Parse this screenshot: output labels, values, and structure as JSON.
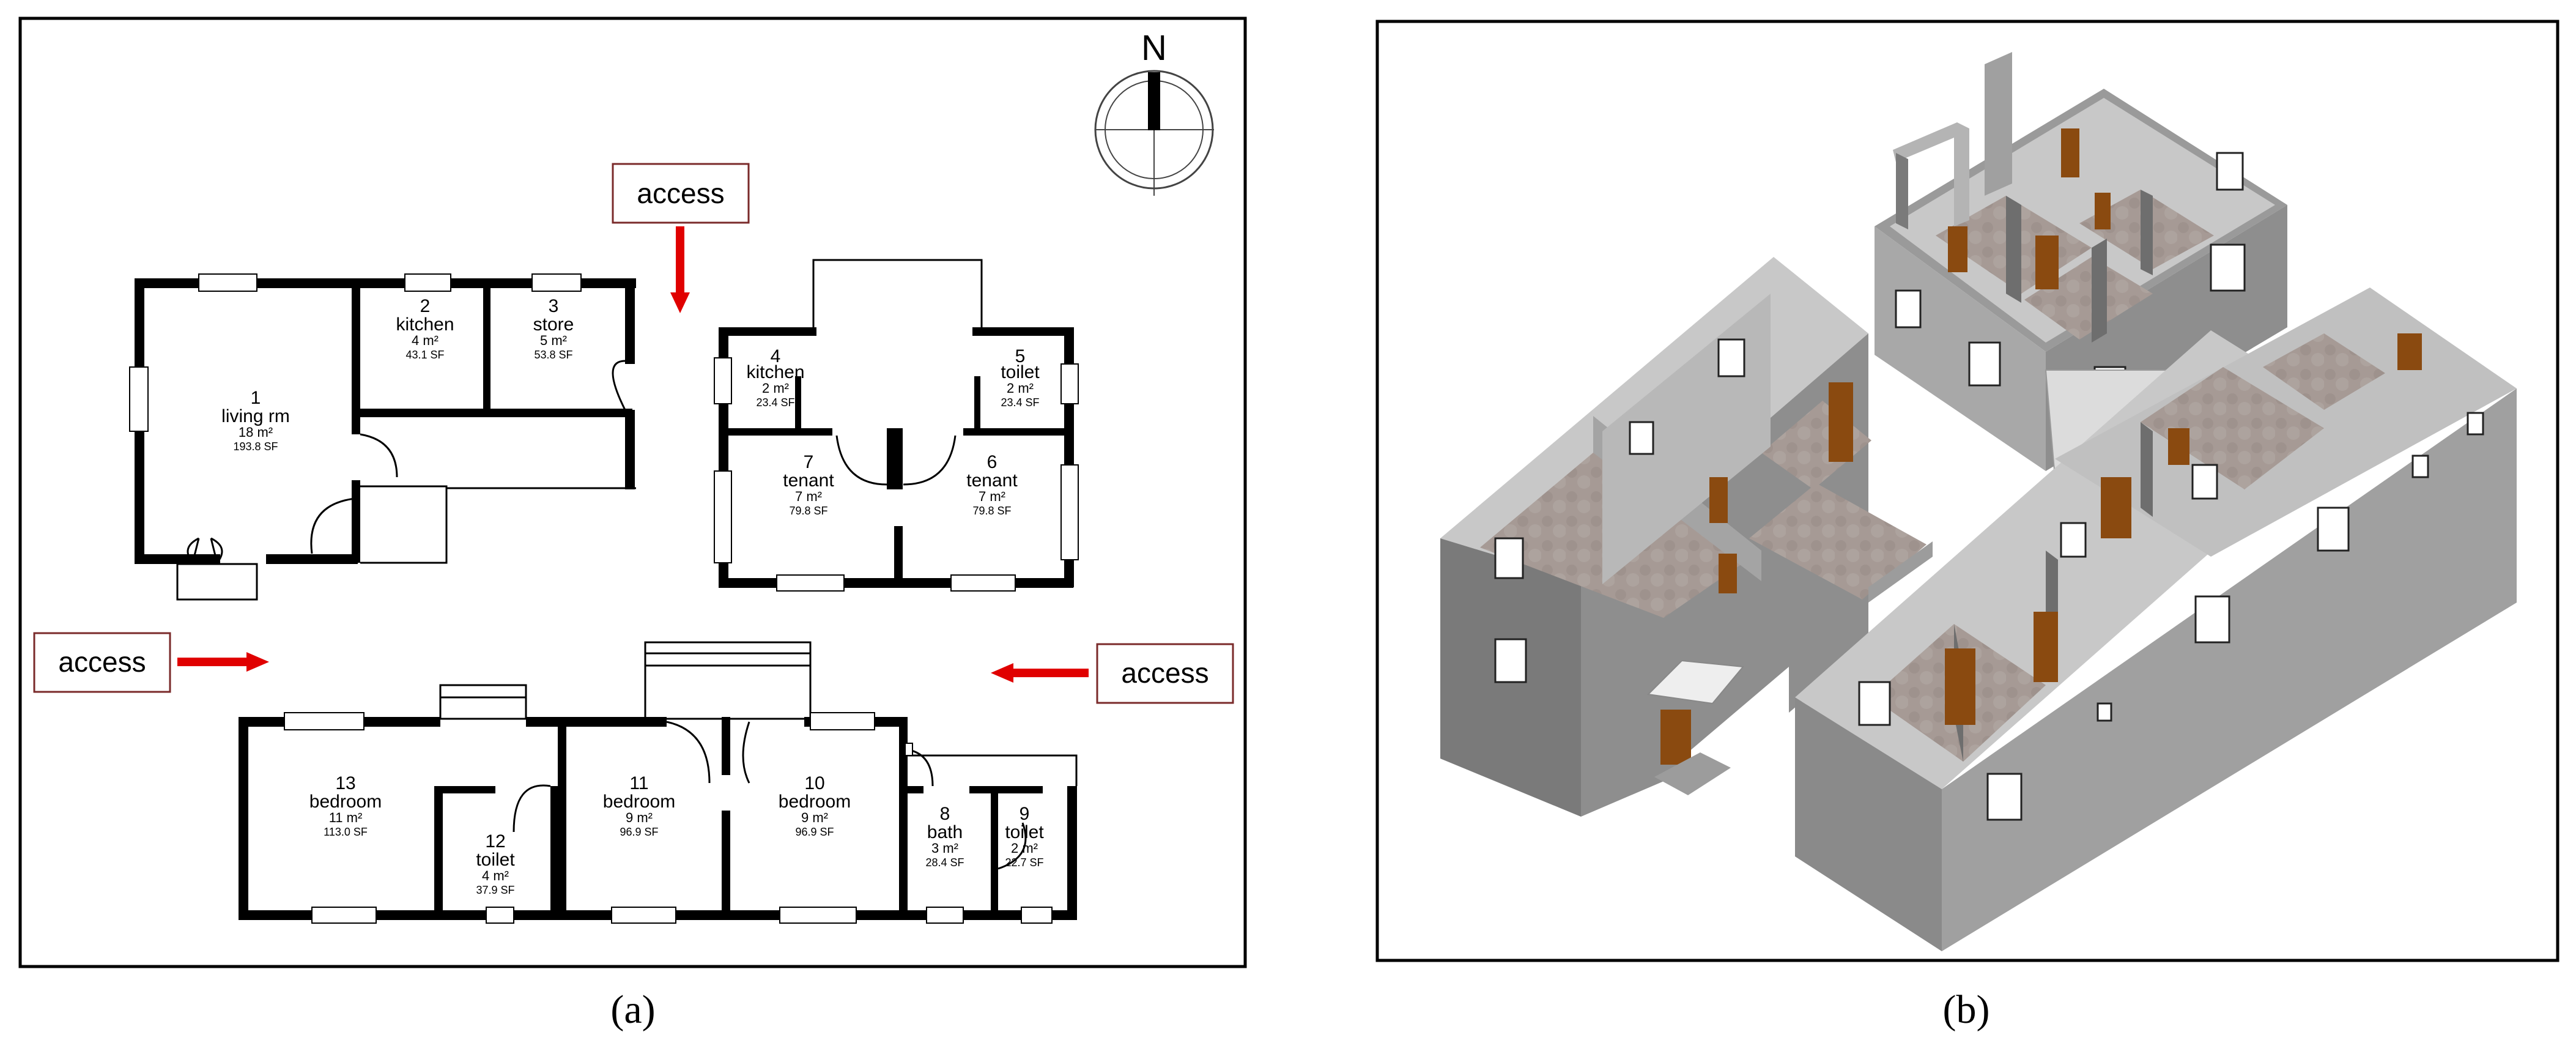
{
  "figure": {
    "panel_a_caption": "(a)",
    "panel_b_caption": "(b)"
  },
  "compass": {
    "label": "N"
  },
  "access_labels": [
    "access",
    "access",
    "access"
  ],
  "rooms": [
    {
      "num": "1",
      "name": "living rm",
      "area": "18 m²",
      "sf": "193.8 SF"
    },
    {
      "num": "2",
      "name": "kitchen",
      "area": "4 m²",
      "sf": "43.1 SF"
    },
    {
      "num": "3",
      "name": "store",
      "area": "5 m²",
      "sf": "53.8 SF"
    },
    {
      "num": "4",
      "name": "kitchen",
      "area": "2 m²",
      "sf": "23.4 SF"
    },
    {
      "num": "5",
      "name": "toilet",
      "area": "2 m²",
      "sf": "23.4 SF"
    },
    {
      "num": "6",
      "name": "tenant",
      "area": "7 m²",
      "sf": "79.8 SF"
    },
    {
      "num": "7",
      "name": "tenant",
      "area": "7 m²",
      "sf": "79.8 SF"
    },
    {
      "num": "8",
      "name": "bath",
      "area": "3 m²",
      "sf": "28.4 SF"
    },
    {
      "num": "9",
      "name": "toilet",
      "area": "2 m²",
      "sf": "22.7 SF"
    },
    {
      "num": "10",
      "name": "bedroom",
      "area": "9 m²",
      "sf": "96.9 SF"
    },
    {
      "num": "11",
      "name": "bedroom",
      "area": "9 m²",
      "sf": "96.9 SF"
    },
    {
      "num": "12",
      "name": "toilet",
      "area": "4 m²",
      "sf": "37.9 SF"
    },
    {
      "num": "13",
      "name": "bedroom",
      "area": "11 m²",
      "sf": "113.0 SF"
    }
  ],
  "colors": {
    "wall": "#000000",
    "access_arrow": "#e00000",
    "access_box_border": "#7a2a2a",
    "model_wall_light": "#c8c8c8",
    "model_wall_mid": "#a8a8a8",
    "model_wall_dark": "#6e6e6e",
    "model_floor": "#a69a95",
    "model_door": "#8a4a10"
  }
}
